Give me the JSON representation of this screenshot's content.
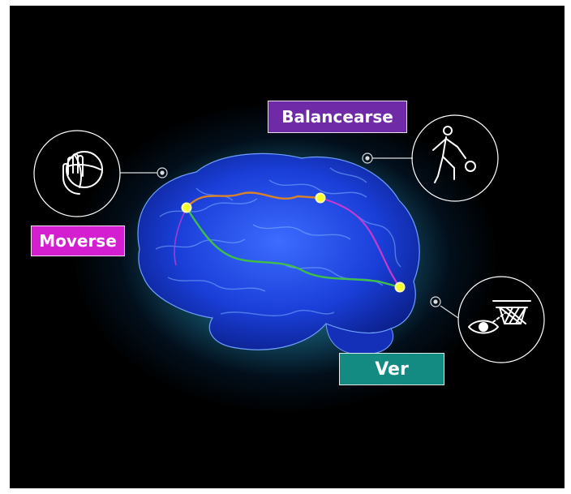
{
  "labels": {
    "balance": "Balancearse",
    "move": "Moverse",
    "see": "Ver"
  },
  "colors": {
    "background": "#000000",
    "balance": "#6f2aa8",
    "move": "#d41fd0",
    "see": "#138a82",
    "brain": "#1a3fd9",
    "glow": "#5ae6ff",
    "node": "#f5ff2a",
    "path_orange": "#d9822a",
    "path_green": "#3fbf4a",
    "path_magenta": "#c43bd1"
  },
  "icons": {
    "move": "hand-on-ball-icon",
    "balance": "person-dribbling-icon",
    "see": "eye-and-basketball-hoop-icon"
  }
}
